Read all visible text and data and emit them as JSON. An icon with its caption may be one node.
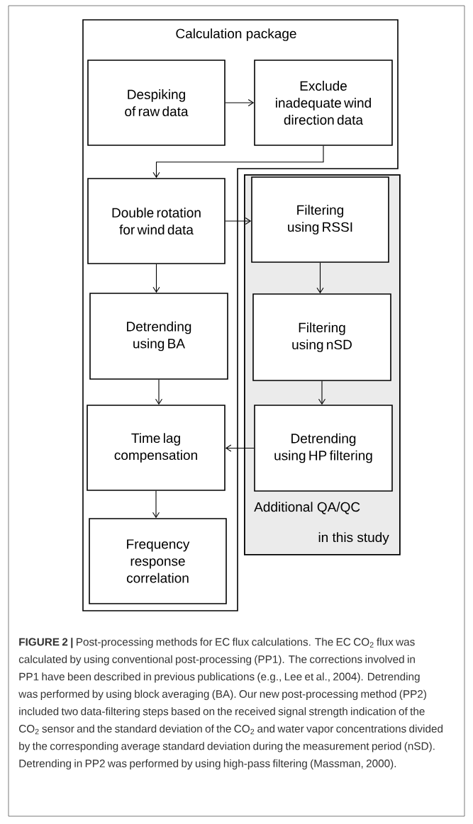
{
  "diagram": {
    "caption": "**FIGURE 2 |** Post-processing methods for EC flux calculations. The EC CO$_{2}$ flux was calculated by using conventional post-processing (PP1). The corrections involved in PP1 have been described in previous publications (e.g., Lee et al., 2004). Detrending was performed by using block averaging (BA). Our new post-processing method (PP2) included two data-filtering steps based on the received signal strength indication of the CO$_{2}$ sensor and the standard deviation of the CO$_{2}$ and water vapor concentrations divided by the corresponding average standard deviation during the measurement period (nSD). Detrending in PP2 was performed by using high-pass filtering (Massman, 2000).",
    "nodes": [
      {
        "text": [
          "Calculation package"
        ]
      },
      {
        "text": [
          "Despiking of raw data"
        ],
        "in": 0
      },
      {
        "text": [
          "Exclude inadequate wind direction data"
        ],
        "in": 0
      },
      {
        "text": [
          "Double rotation for wind data"
        ],
        "in": 0
      },
      {
        "text": [
          "Additional QA/QC",
          "in this study"
        ]
      },
      {
        "text": [
          "Filtering using RSSI"
        ],
        "in": 4
      },
      {
        "text": [
          "Detrending using BA"
        ],
        "in": 0
      },
      {
        "text": [
          "Filtering using nSD"
        ],
        "in": 4
      },
      {
        "text": [
          "Time lag compensation"
        ],
        "in": 0
      },
      {
        "text": [
          "Detrending using HP filtering"
        ],
        "in": 4
      },
      {
        "text": [
          "Frequency response correlation"
        ],
        "in": 0
      }
    ],
    "edges": [
      {
        "from": 1,
        "to": 2,
        "arrow": "to"
      },
      {
        "from": 2,
        "to": 3,
        "arrow": "to"
      },
      {
        "from": 3,
        "to": 5,
        "arrow": "to"
      },
      {
        "from": 3,
        "to": 6,
        "arrow": "to"
      },
      {
        "from": 5,
        "to": 7,
        "arrow": "to"
      },
      {
        "from": 7,
        "to": 9,
        "arrow": "to"
      },
      {
        "from": 6,
        "to": 8,
        "arrow": "to"
      },
      {
        "from": 9,
        "to": 8,
        "arrow": "to"
      },
      {
        "from": 8,
        "to": 10,
        "arrow": "to"
      }
    ]
  }
}
